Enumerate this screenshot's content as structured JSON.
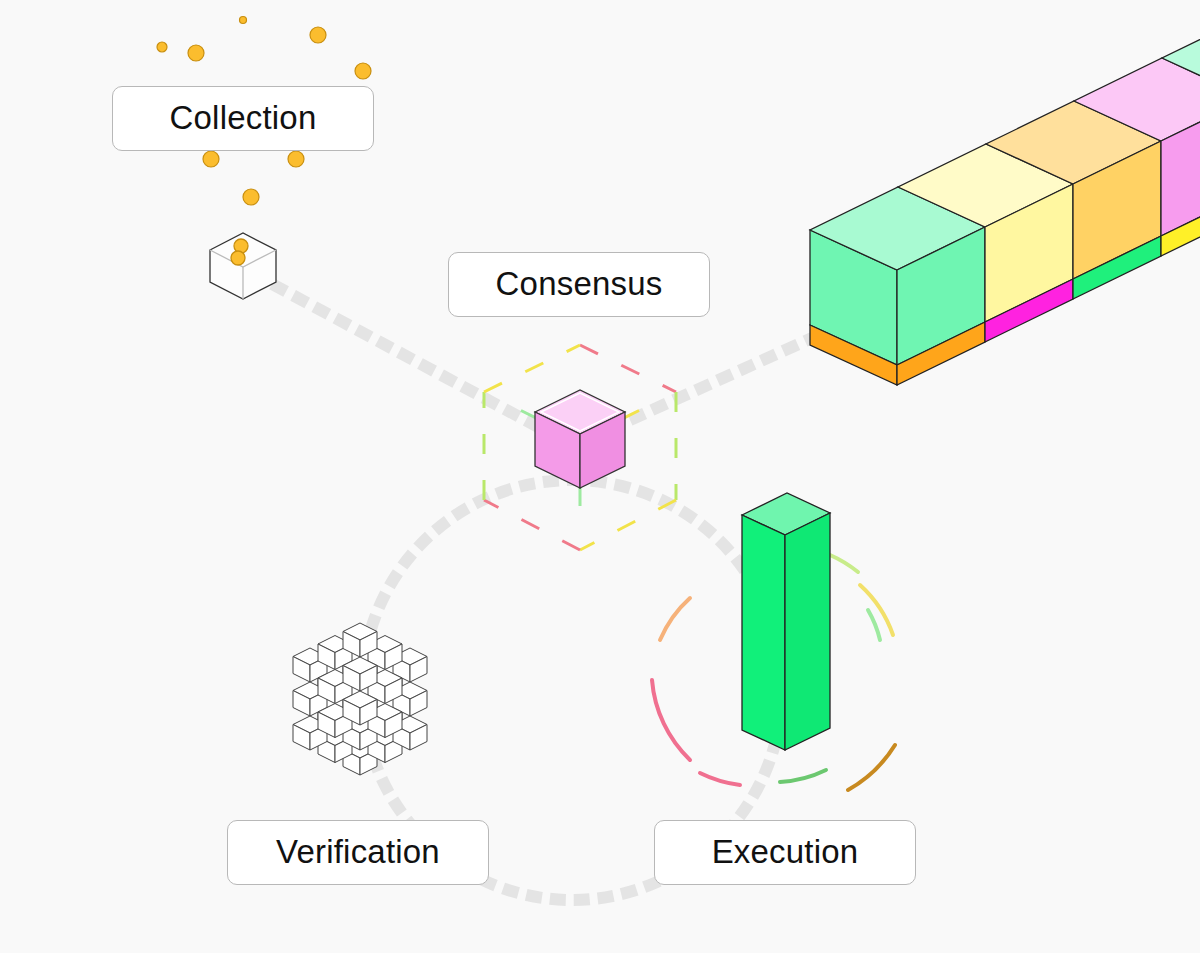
{
  "diagram": {
    "nodes": [
      {
        "text": [
          "Collection"
        ]
      },
      {
        "text": [
          "Consensus"
        ]
      },
      {
        "text": [
          "Verification"
        ]
      },
      {
        "text": [
          "Execution"
        ]
      }
    ]
  }
}
